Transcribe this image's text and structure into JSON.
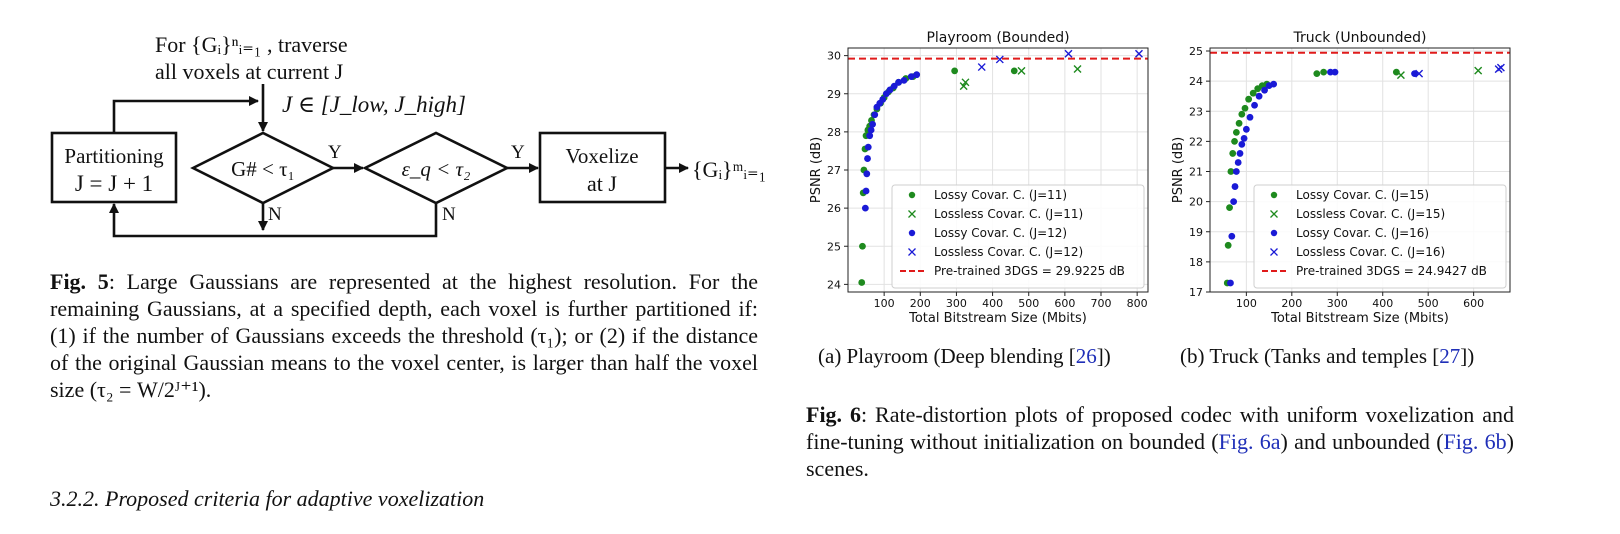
{
  "flowchart": {
    "top_label_1": "For {Gᵢ}ⁿᵢ₌₁ , traverse",
    "top_label_2": "all voxels at current J",
    "range_label": "J ∈ [J_low, J_high]",
    "partition_line1": "Partitioning",
    "partition_line2": "J = J + 1",
    "cond1": "G# < τ₁",
    "cond2": "ε_q < τ₂",
    "voxelize_line1": "Voxelize",
    "voxelize_line2": "at J",
    "output": "{Gᵢ}ᵐᵢ₌₁",
    "yes": "Y",
    "no": "N"
  },
  "fig5": {
    "label": "Fig. 5",
    "text": ": Large Gaussians are represented at the highest resolution. For the remaining Gaussians, at a specified depth, each voxel is further partitioned if: (1) if the number of Gaussians exceeds the threshold (τ₁); or (2) if the distance of the original Gaussian means to the voxel center, is larger than half the voxel size (τ₂ = W/2ᴶ⁺¹)."
  },
  "section_heading": "3.2.2.  Proposed criteria for adaptive voxelization",
  "sub_a": {
    "prefix": "(a) Playroom (Deep blending [",
    "ref": "26",
    "suffix": "])"
  },
  "sub_b": {
    "prefix": "(b) Truck (Tanks and temples [",
    "ref": "27",
    "suffix": "])"
  },
  "fig6": {
    "label": "Fig. 6",
    "text_1": ": Rate-distortion plots of proposed codec with uniform voxelization and fine-tuning without initialization on bounded (",
    "ref_a": "Fig. 6a",
    "text_2": ") and unbounded (",
    "ref_b": "Fig. 6b",
    "text_3": ") scenes."
  },
  "colors": {
    "green": "#1e8a1e",
    "blue": "#1a1ad6",
    "red": "#e01a1a",
    "link": "#1f2fb8"
  },
  "chart_data": [
    {
      "type": "scatter",
      "title": "Playroom (Bounded)",
      "xlabel": "Total Bitstream Size (Mbits)",
      "ylabel": "PSNR (dB)",
      "xlim": [
        0,
        830
      ],
      "ylim": [
        23.8,
        30.2
      ],
      "xticks": [
        100,
        200,
        300,
        400,
        500,
        600,
        700,
        800
      ],
      "yticks": [
        24,
        25,
        26,
        27,
        28,
        29,
        30
      ],
      "grid": true,
      "legend": "lower-right",
      "series": [
        {
          "name": "Lossy Covar. C. (J=11)",
          "marker": "dot",
          "color": "green",
          "x": [
            38,
            40,
            42,
            44,
            47,
            50,
            55,
            60,
            65,
            72,
            80,
            90,
            100,
            112,
            125,
            140,
            160,
            180,
            295,
            460
          ],
          "y": [
            24.05,
            25.0,
            26.4,
            27.0,
            27.55,
            27.9,
            28.05,
            28.15,
            28.3,
            28.45,
            28.6,
            28.75,
            28.9,
            29.05,
            29.15,
            29.3,
            29.4,
            29.45,
            29.6,
            29.6
          ]
        },
        {
          "name": "Lossless Covar. C. (J=11)",
          "marker": "x",
          "color": "green",
          "x": [
            320,
            325,
            480,
            635
          ],
          "y": [
            29.2,
            29.3,
            29.6,
            29.65
          ]
        },
        {
          "name": "Lossy Covar. C. (J=12)",
          "marker": "dot",
          "color": "blue",
          "x": [
            48,
            50,
            52,
            54,
            56,
            60,
            64,
            68,
            74,
            80,
            88,
            96,
            106,
            116,
            128,
            140,
            155,
            175,
            190
          ],
          "y": [
            26.0,
            26.45,
            26.9,
            27.3,
            27.6,
            27.9,
            28.05,
            28.2,
            28.45,
            28.65,
            28.75,
            28.85,
            29.0,
            29.1,
            29.2,
            29.3,
            29.35,
            29.45,
            29.5
          ]
        },
        {
          "name": "Lossless Covar. C. (J=12)",
          "marker": "x",
          "color": "blue",
          "x": [
            370,
            420,
            610,
            805
          ],
          "y": [
            29.7,
            29.9,
            30.05,
            30.05
          ]
        }
      ],
      "reference_line": {
        "name": "Pre-trained 3DGS = 29.9225 dB",
        "y": 29.9225,
        "color": "red",
        "style": "dashed"
      }
    },
    {
      "type": "scatter",
      "title": "Truck (Unbounded)",
      "xlabel": "Total Bitstream Size (Mbits)",
      "ylabel": "PSNR (dB)",
      "xlim": [
        20,
        680
      ],
      "ylim": [
        17,
        25.1
      ],
      "xticks": [
        100,
        200,
        300,
        400,
        500,
        600
      ],
      "yticks": [
        17,
        18,
        19,
        20,
        21,
        22,
        23,
        24,
        25
      ],
      "grid": true,
      "legend": "lower-right",
      "series": [
        {
          "name": "Lossy Covar. C. (J=15)",
          "marker": "dot",
          "color": "green",
          "x": [
            58,
            60,
            63,
            66,
            70,
            74,
            78,
            84,
            90,
            97,
            105,
            115,
            125,
            135,
            145,
            255,
            270,
            430
          ],
          "y": [
            17.3,
            18.55,
            19.8,
            21.0,
            21.6,
            22.0,
            22.3,
            22.6,
            22.9,
            23.1,
            23.4,
            23.6,
            23.75,
            23.85,
            23.9,
            24.25,
            24.3,
            24.3
          ]
        },
        {
          "name": "Lossless Covar. C. (J=15)",
          "marker": "x",
          "color": "green",
          "x": [
            440,
            610
          ],
          "y": [
            24.2,
            24.35
          ]
        },
        {
          "name": "Lossy Covar. C. (J=16)",
          "marker": "dot",
          "color": "blue",
          "x": [
            65,
            68,
            72,
            75,
            78,
            82,
            86,
            90,
            95,
            100,
            108,
            118,
            128,
            140,
            150,
            160,
            285,
            295,
            470
          ],
          "y": [
            17.3,
            18.85,
            20.0,
            20.5,
            21.0,
            21.3,
            21.6,
            21.9,
            22.1,
            22.4,
            22.8,
            23.2,
            23.5,
            23.7,
            23.85,
            23.9,
            24.3,
            24.3,
            24.25
          ]
        },
        {
          "name": "Lossless Covar. C. (J=16)",
          "marker": "x",
          "color": "blue",
          "x": [
            480,
            655,
            660
          ],
          "y": [
            24.25,
            24.4,
            24.45
          ]
        }
      ],
      "reference_line": {
        "name": "Pre-trained 3DGS = 24.9427 dB",
        "y": 24.9427,
        "color": "red",
        "style": "dashed"
      }
    }
  ]
}
